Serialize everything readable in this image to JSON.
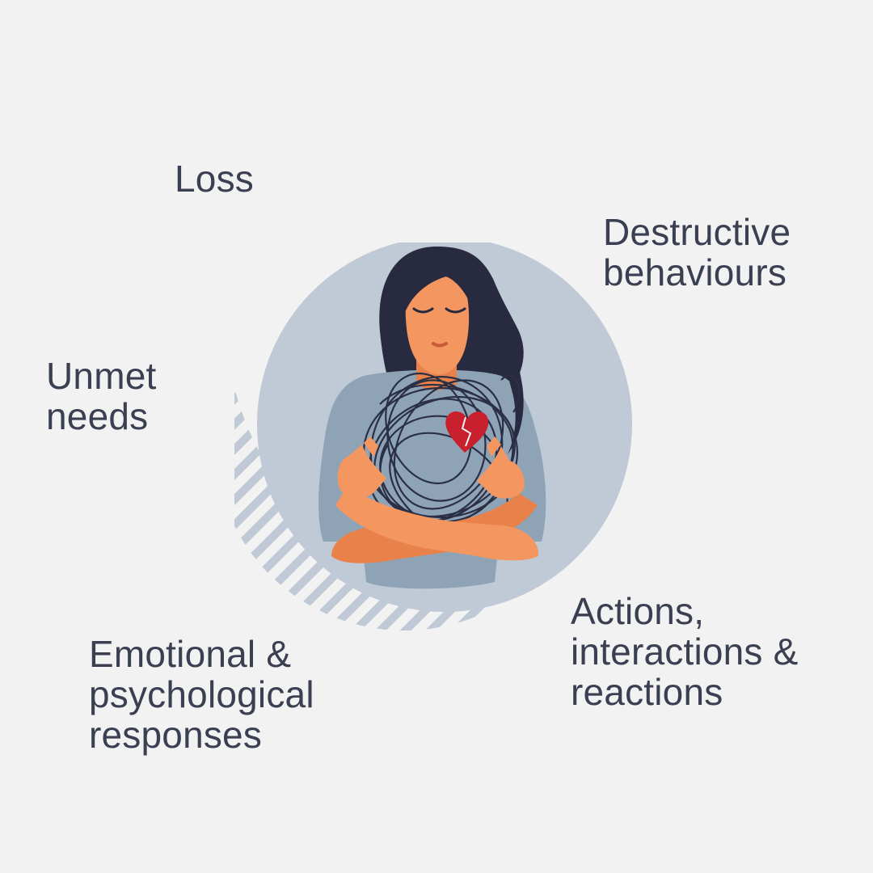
{
  "labels": {
    "loss": [
      "Loss"
    ],
    "destructive_behaviours": [
      "Destructive",
      "behaviours"
    ],
    "unmet_needs": [
      "Unmet",
      "needs"
    ],
    "actions": [
      "Actions,",
      "interactions &",
      "reactions"
    ],
    "emotional": [
      "Emotional &",
      "psychological",
      "responses"
    ]
  },
  "colors": {
    "background": "#f2f2f2",
    "text": "#3b3f52",
    "circle": "#c0c9d6",
    "stripes": "#c0c9d6",
    "hair": "#282b40",
    "skin": "#f39660",
    "skin_shadow": "#e8824a",
    "shirt": "#8ea4b6",
    "scribble": "#2b2f45",
    "heart": "#c8202d"
  },
  "illustration": {
    "icon": "woman-hugging-tangled-heart-icon"
  }
}
